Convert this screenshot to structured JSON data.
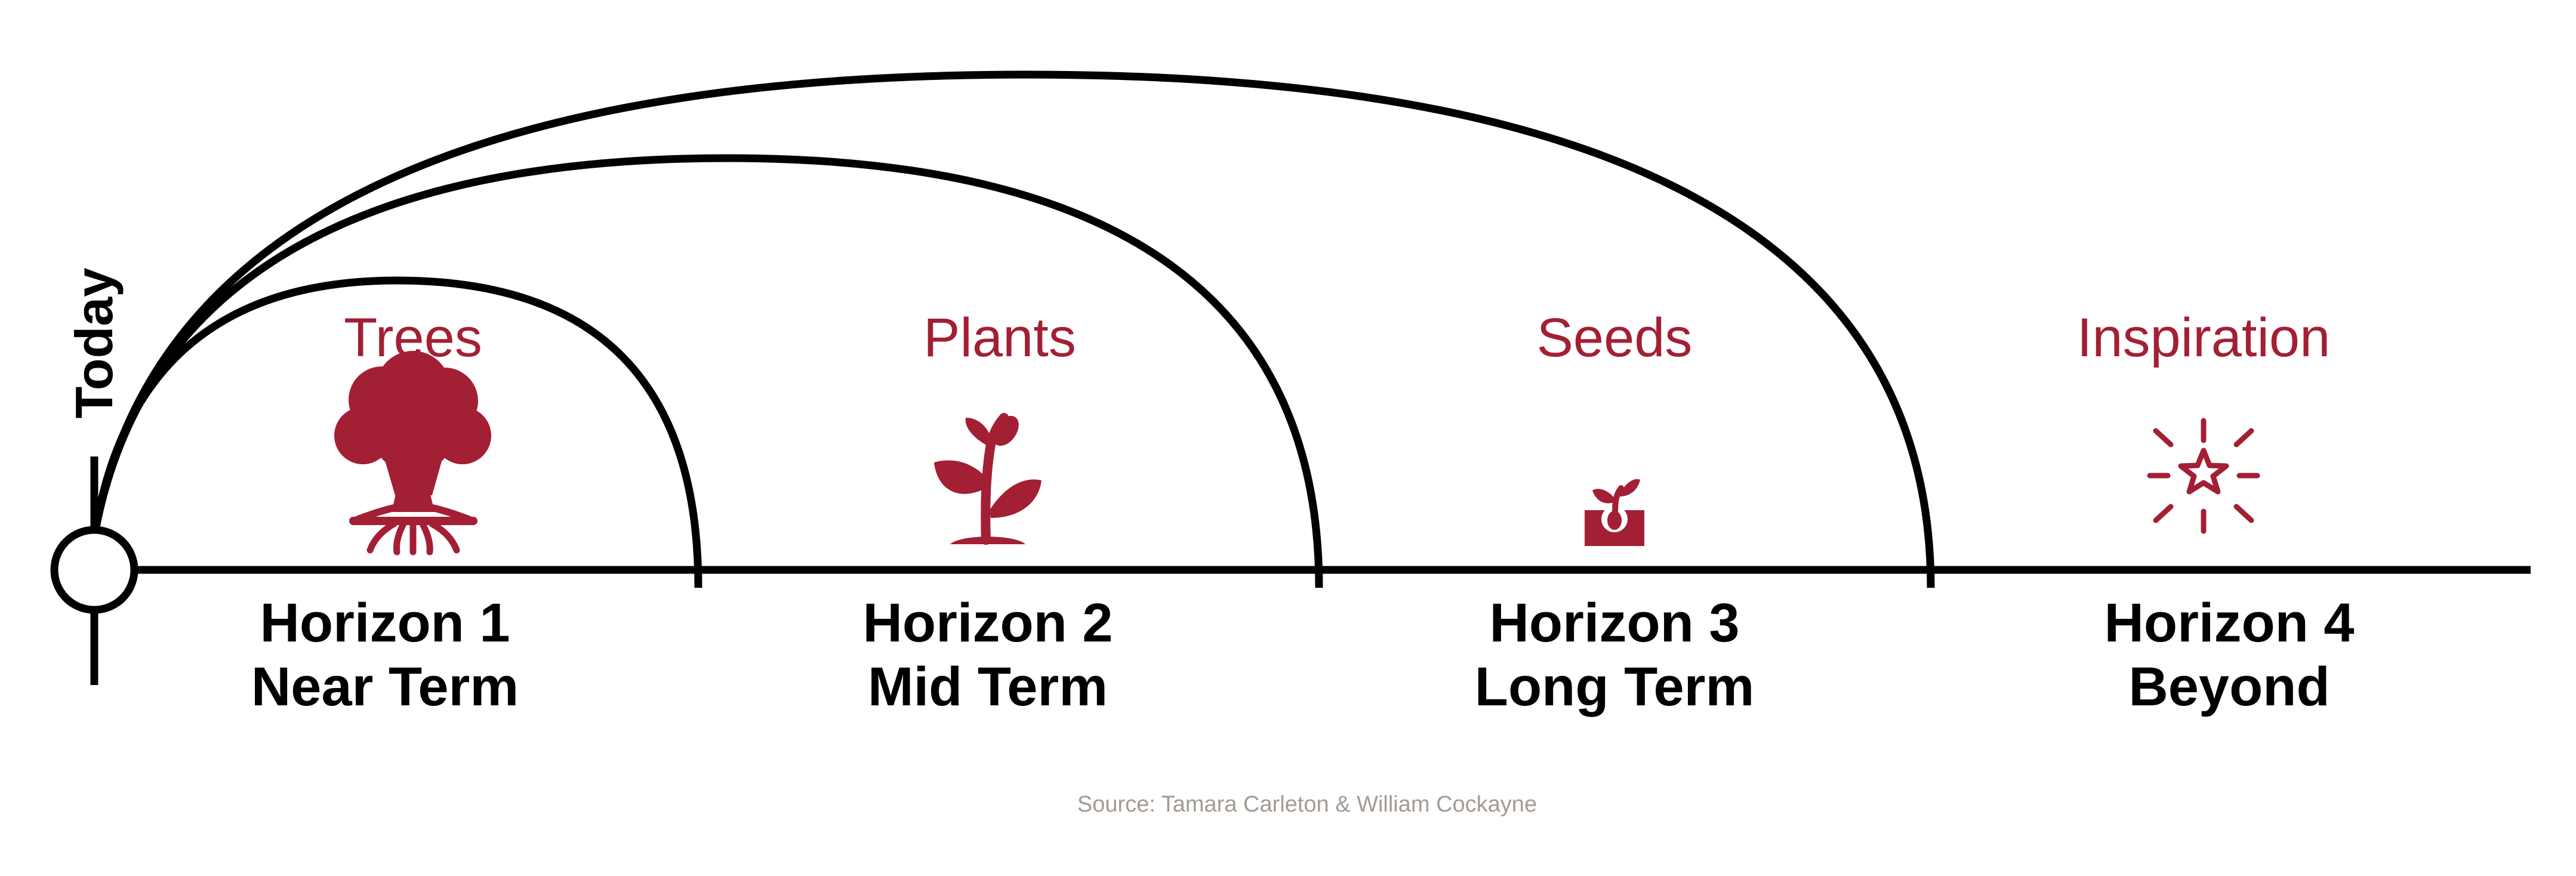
{
  "today_label": "Today",
  "colors": {
    "accent": "#A31F34",
    "line": "#000000",
    "source": "#A39B93"
  },
  "horizons": [
    {
      "title": "Horizon 1",
      "subtitle": "Near Term",
      "category": "Trees",
      "icon": "tree-icon"
    },
    {
      "title": "Horizon 2",
      "subtitle": "Mid Term",
      "category": "Plants",
      "icon": "plant-icon"
    },
    {
      "title": "Horizon 3",
      "subtitle": "Long Term",
      "category": "Seeds",
      "icon": "seed-icon"
    },
    {
      "title": "Horizon 4",
      "subtitle": "Beyond",
      "category": "Inspiration",
      "icon": "star-burst-icon"
    }
  ],
  "source": "Source: Tamara Carleton & William Cockayne"
}
